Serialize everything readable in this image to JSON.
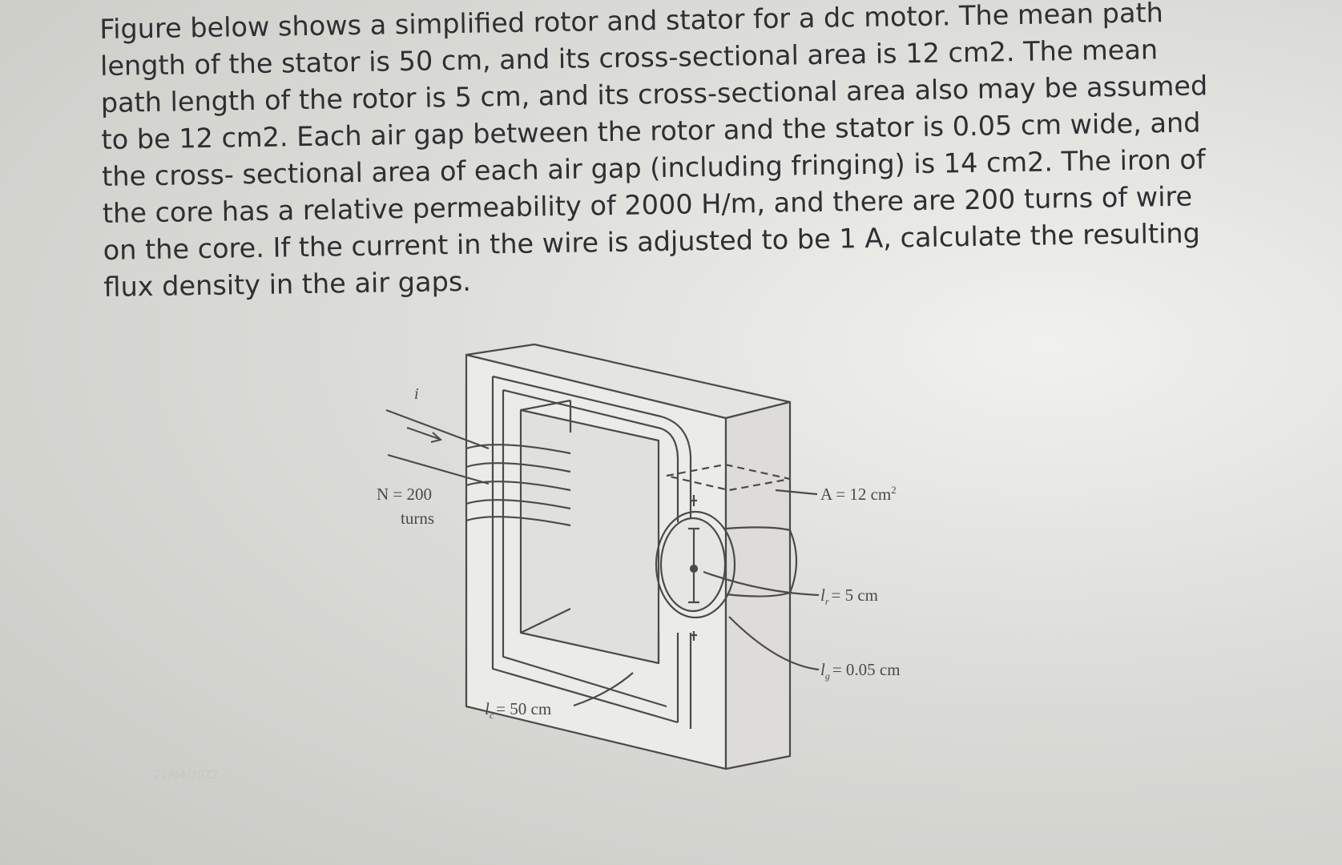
{
  "problem": {
    "lines": [
      "Figure below shows a simplified rotor and stator for a dc motor. The mean path",
      "length of the stator is 50 cm, and its cross-sectional area is 12 cm2. The mean",
      "path length of the rotor is 5 cm, and its cross-sectional area also may be assumed",
      "to be 12 cm2. Each air gap between the rotor and the stator is 0.05 cm wide, and",
      "the cross- sectional area of each air gap (including fringing) is 14 cm2. The iron of",
      "the core has a relative permeability of 2000 H/m, and there are 200 turns of wire",
      "on the core. If the current in the wire is adjusted to be 1 A, calculate the resulting",
      "flux density in the air gaps."
    ]
  },
  "figure": {
    "current_label": "i",
    "turns_label": "N = 200",
    "turns_unit": "turns",
    "area_label": "A = 12 cm",
    "area_sup": "2",
    "rotor_length_label": "= 5 cm",
    "rotor_length_sym": "l",
    "rotor_length_sub": "r",
    "gap_length_label": "= 0.05 cm",
    "gap_length_sym": "l",
    "gap_length_sub": "g",
    "core_length_label": "= 50 cm",
    "core_length_sym": "l",
    "core_length_sub": "c"
  },
  "stamp": "21/04/2022"
}
